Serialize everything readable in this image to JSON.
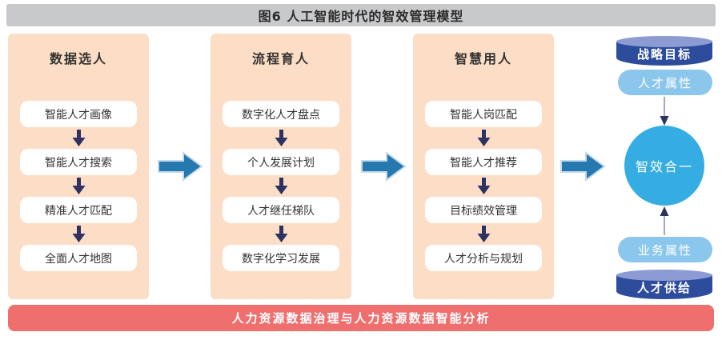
{
  "title": "图6 人工智能时代的智效管理模型",
  "columns": [
    {
      "header": "数据选人",
      "items": [
        "智能人才画像",
        "智能人才搜索",
        "精准人才匹配",
        "全面人才地图"
      ]
    },
    {
      "header": "流程育人",
      "items": [
        "数字化人才盘点",
        "个人发展计划",
        "人才继任梯队",
        "数字化学习发展"
      ]
    },
    {
      "header": "智慧用人",
      "items": [
        "智能人岗匹配",
        "智能人才推荐",
        "目标绩效管理",
        "人才分析与规划"
      ]
    }
  ],
  "right_panel": {
    "top_cylinder": "战略目标",
    "top_pill": "人才属性",
    "circle": "智效合一",
    "bottom_pill": "业务属性",
    "bottom_cylinder": "人才供给"
  },
  "footer": "人力资源数据治理与人力资源数据智能分析",
  "colors": {
    "title_bar_bg": "#C8C9CB",
    "column_bg": "#FCDDC5",
    "item_box_bg": "#FFFFFF",
    "small_arrow": "#2E3263",
    "flow_arrow_fill": "#2679AE",
    "flow_arrow_stroke": "#C5DAEA",
    "cylinder_body": "#2E4C9C",
    "cylinder_top": "#8C9BD4",
    "pill_bg": "#8BC7EC",
    "circle_bg": "#35ADE3",
    "footer_bg": "#EF6F6F",
    "text_dark": "#333333",
    "text_light": "#FFFFFF"
  }
}
